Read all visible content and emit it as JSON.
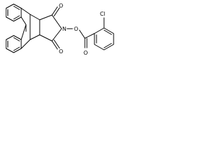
{
  "molecule": {
    "atoms": {
      "oxygen_top": "O",
      "oxygen_bottom": "O",
      "nitrogen": "N",
      "oxygen_link": "O",
      "oxygen_ester": "O",
      "chlorine": "Cl"
    }
  },
  "colors": {
    "bond": "#000000",
    "background": "#ffffff"
  }
}
